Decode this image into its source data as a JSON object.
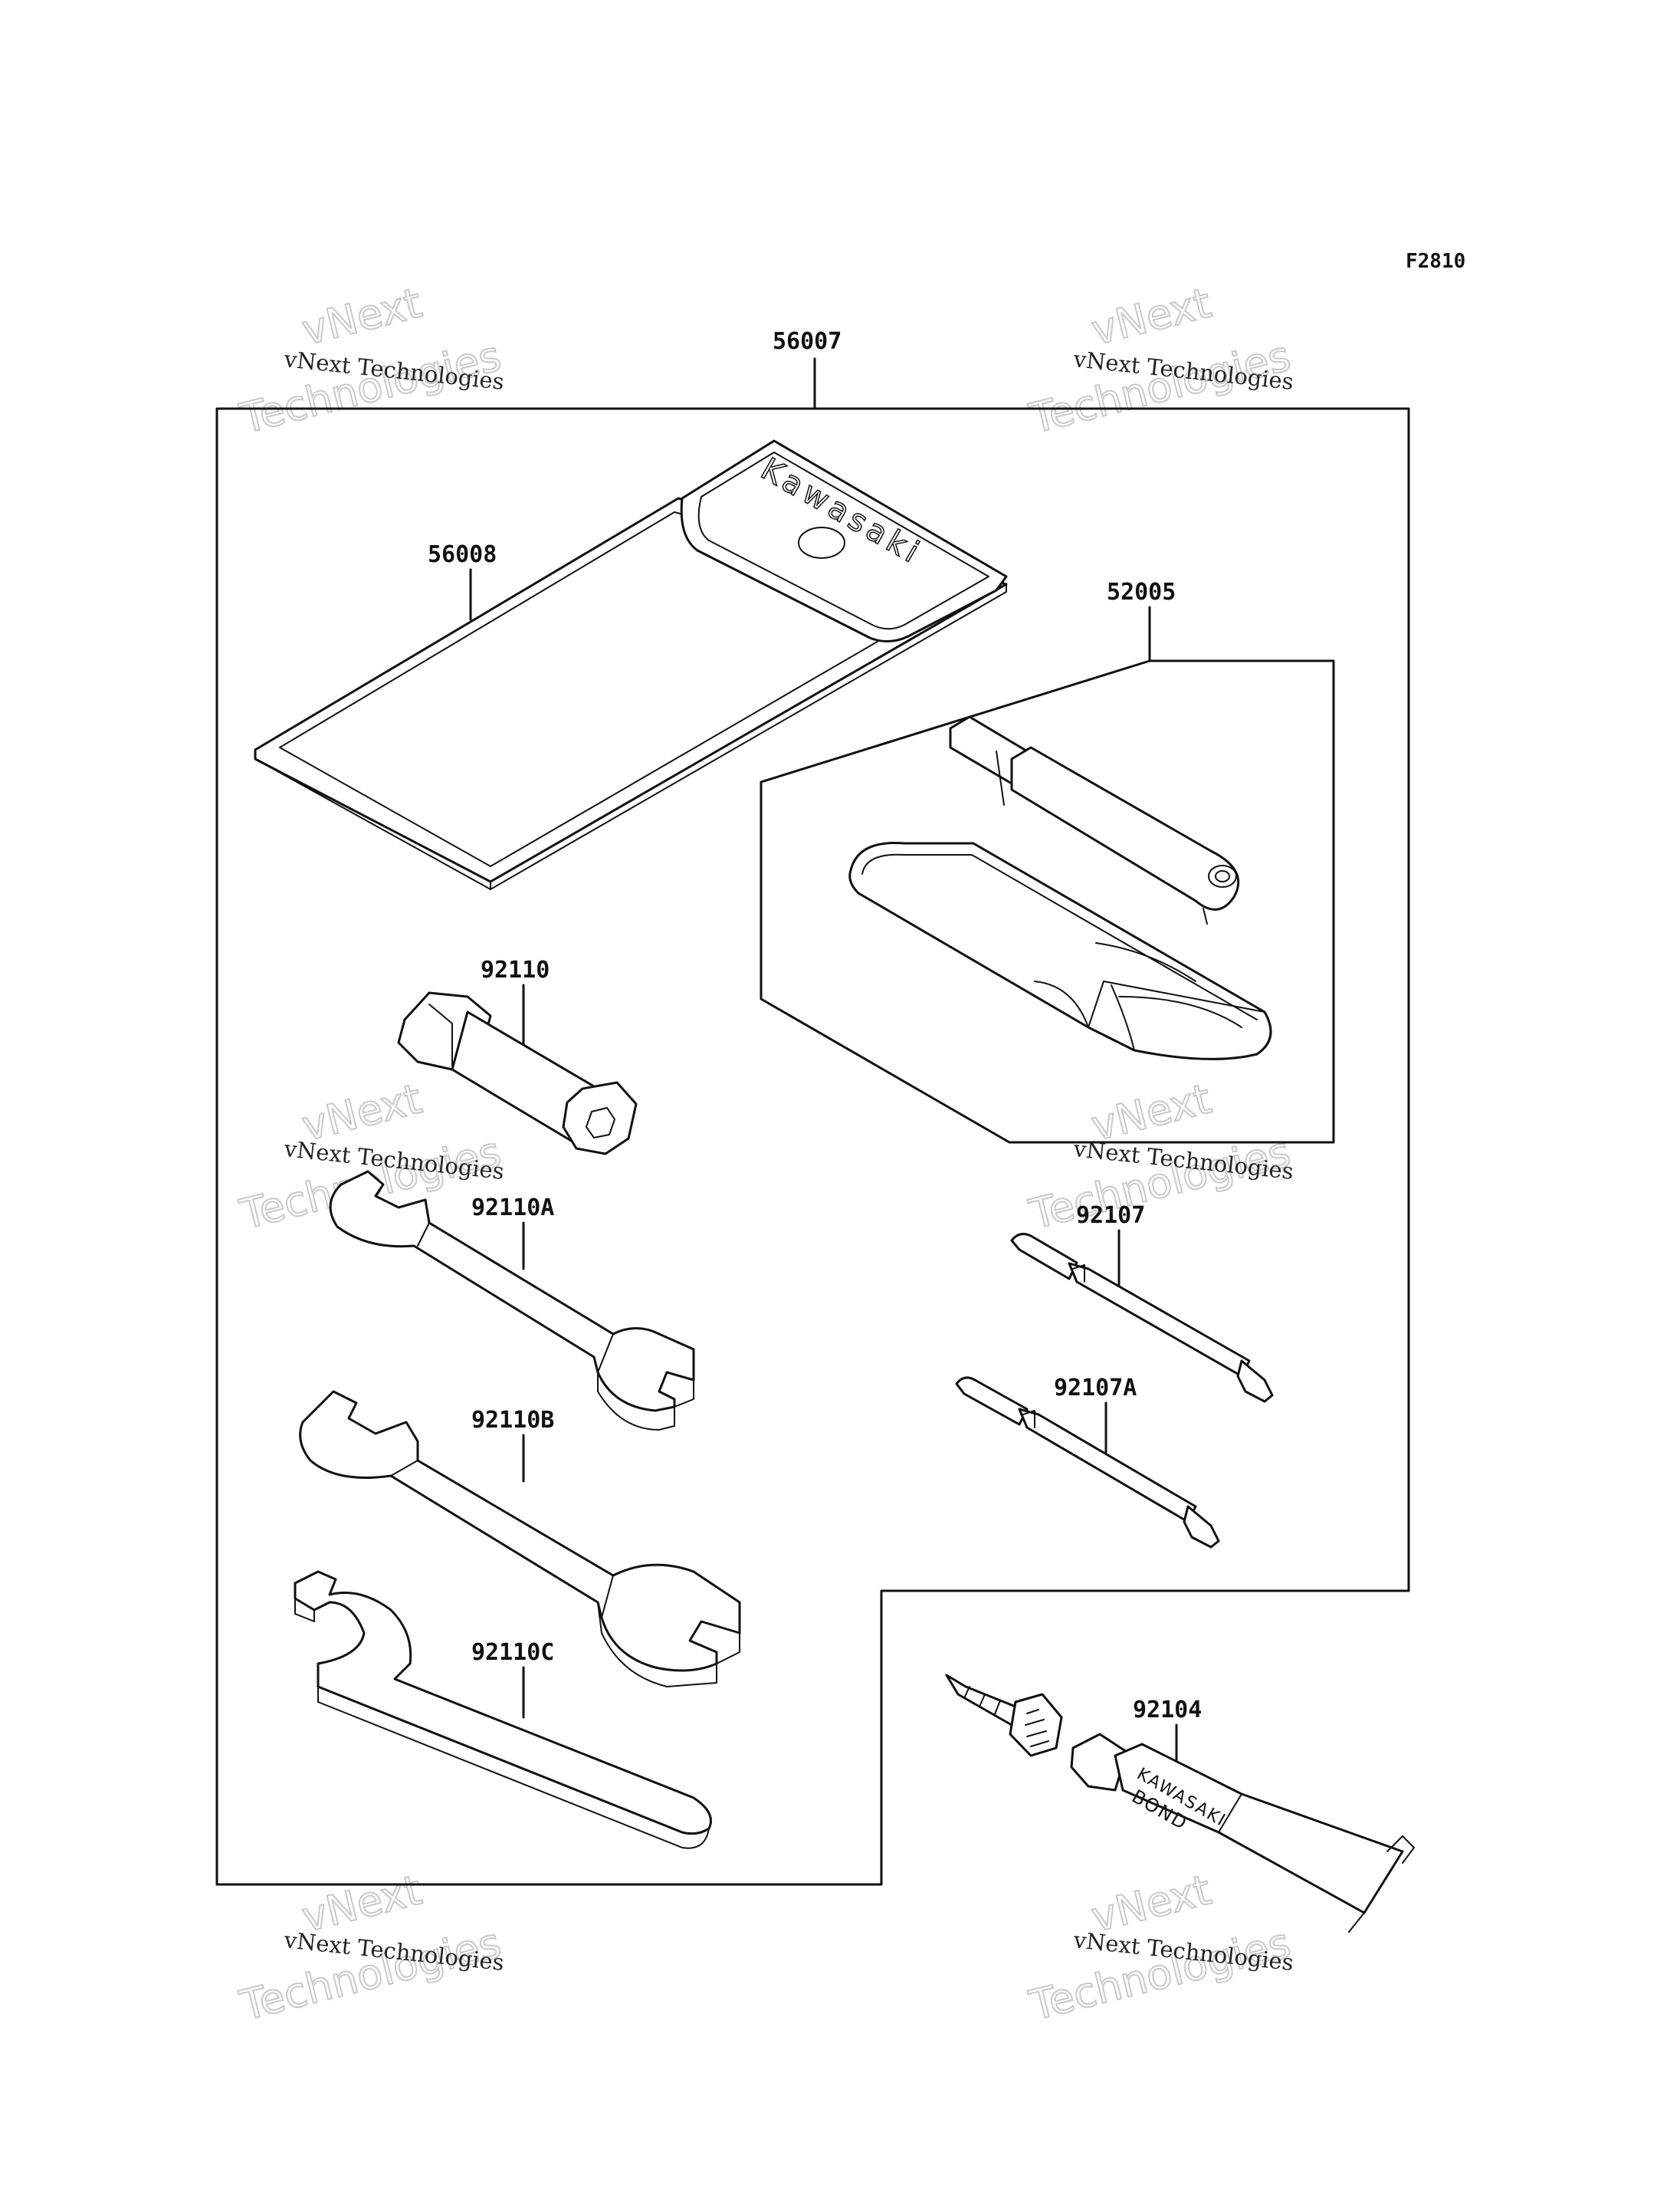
{
  "figure_code": "F2810",
  "watermark": {
    "line1": "vNext",
    "line2": "vNext Technologies",
    "line3": "Technologies"
  },
  "parts": [
    {
      "id": "56007",
      "label": "56007",
      "name": "owners-tool-kit"
    },
    {
      "id": "56008",
      "label": "56008",
      "name": "tool-bag"
    },
    {
      "id": "52005",
      "label": "52005",
      "name": "tire-repair-kit"
    },
    {
      "id": "92110",
      "label": "92110",
      "name": "spark-plug-wrench"
    },
    {
      "id": "92110A",
      "label": "92110A",
      "name": "open-end-wrench-small"
    },
    {
      "id": "92110B",
      "label": "92110B",
      "name": "open-end-wrench-large"
    },
    {
      "id": "92110C",
      "label": "92110C",
      "name": "hook-spanner-wrench"
    },
    {
      "id": "92107",
      "label": "92107",
      "name": "screwdriver-bit"
    },
    {
      "id": "92107A",
      "label": "92107A",
      "name": "screwdriver-bit-small"
    },
    {
      "id": "92104",
      "label": "92104",
      "name": "bond-tube"
    }
  ],
  "printed_text": {
    "bag_brand": "Kawasaki",
    "bond_brand": "KAWASAKI",
    "bond_type": "BOND"
  }
}
